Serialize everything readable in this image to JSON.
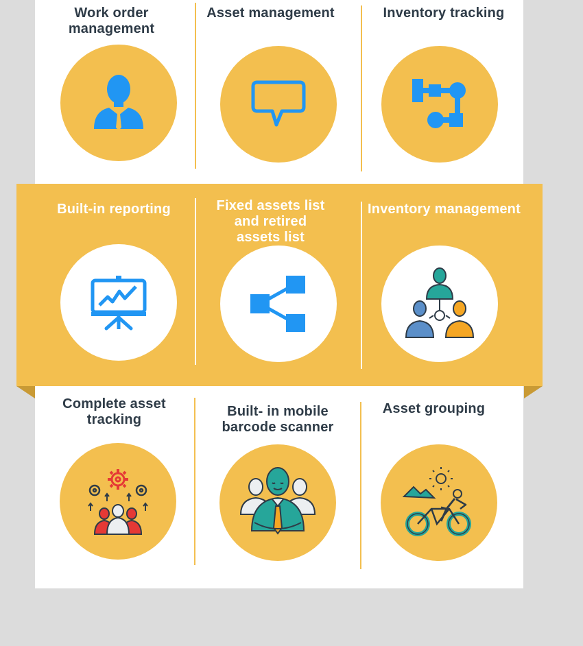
{
  "colors": {
    "accent_yellow": "#f3bf4f",
    "icon_blue": "#2196f3",
    "title_dark": "#2e3b47",
    "background": "#dcdcdc"
  },
  "features": [
    {
      "title": "Work order\nmanagement",
      "icon": "user-avatar-icon"
    },
    {
      "title": "Asset management",
      "icon": "chat-bubble-icon"
    },
    {
      "title": "Inventory tracking",
      "icon": "flowchart-icon"
    },
    {
      "title": "Built-in reporting",
      "icon": "presentation-chart-icon"
    },
    {
      "title": "Fixed assets list\nand retired\nassets list",
      "icon": "share-nodes-icon"
    },
    {
      "title": "Inventory management",
      "icon": "team-network-icon"
    },
    {
      "title": "Complete asset\ntracking",
      "icon": "team-ideas-gears-icon"
    },
    {
      "title": "Built- in mobile\nbarcode scanner",
      "icon": "team-leader-icon"
    },
    {
      "title": "Asset grouping",
      "icon": "cyclist-outdoor-icon"
    }
  ]
}
